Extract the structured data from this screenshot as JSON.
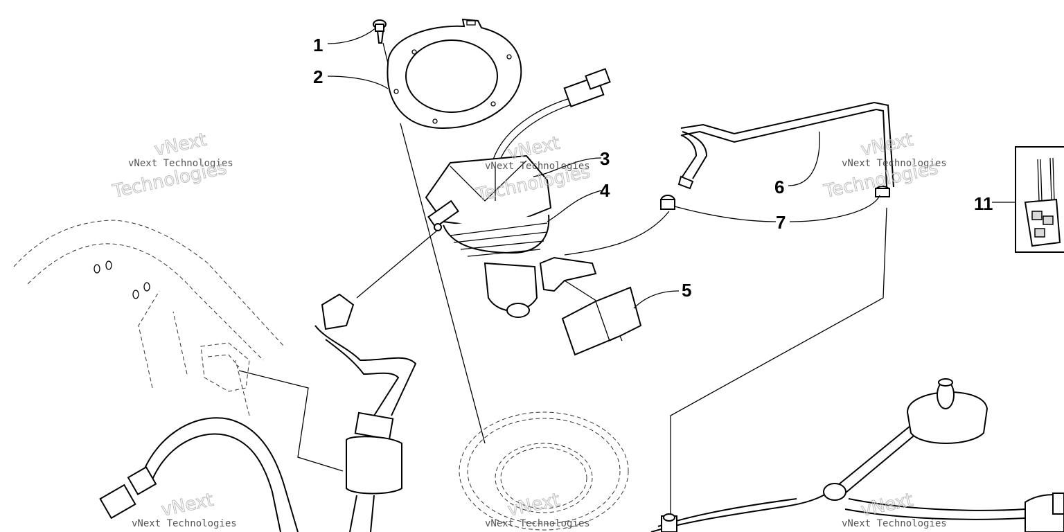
{
  "callouts": [
    {
      "id": "c1",
      "label": "1"
    },
    {
      "id": "c2",
      "label": "2"
    },
    {
      "id": "c3",
      "label": "3"
    },
    {
      "id": "c4",
      "label": "4"
    },
    {
      "id": "c5",
      "label": "5"
    },
    {
      "id": "c6",
      "label": "6"
    },
    {
      "id": "c7",
      "label": "7"
    },
    {
      "id": "c11",
      "label": "11"
    }
  ],
  "watermark": {
    "small": "vNext Technologies",
    "big_line1": "vNext",
    "big_line2": "Technologies"
  }
}
